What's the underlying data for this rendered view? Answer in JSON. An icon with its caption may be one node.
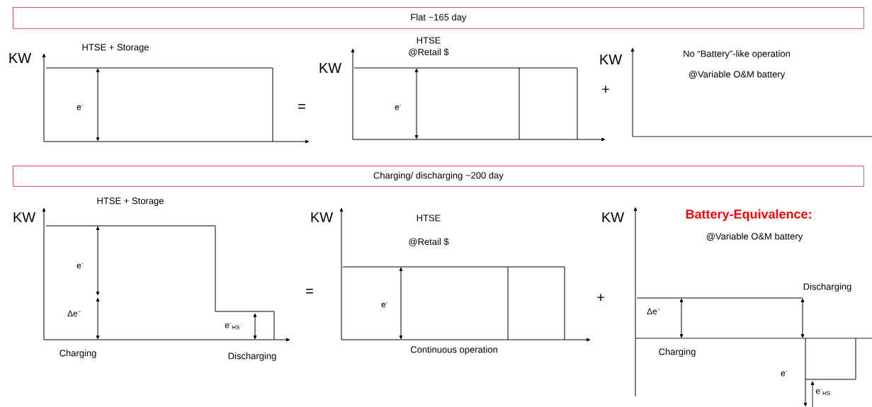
{
  "diagram": {
    "nodes": [
      {
        "text": [
          "Flat ~165 day"
        ]
      },
      {
        "text": [
          "Charging/ discharging ~200 day"
        ]
      }
    ],
    "edges": [],
    "labels": [
      "KW",
      "HTSE + Storage",
      "e$^{-}$",
      "=",
      "HTSE",
      "@Retail $",
      "KW",
      "e$^{-}$",
      "+",
      "KW",
      "No “Battery”-like operation",
      "@Variable O&M battery",
      "KW",
      "HTSE + Storage",
      "e$^{-}$",
      "Δe$^{−}$",
      "e$^{-}$$_{HS}$",
      "Charging",
      "Discharging",
      "=",
      "KW",
      "HTSE",
      "@Retail $",
      "e$^{-}$",
      "Continuous operation",
      "+",
      "KW",
      "Battery-Equivalence:",
      "@Variable O&M battery",
      "Discharging",
      "Δe$^{−}$",
      "Charging",
      "e$^{-}$",
      "e$^{-}$$_{HS}$"
    ]
  }
}
